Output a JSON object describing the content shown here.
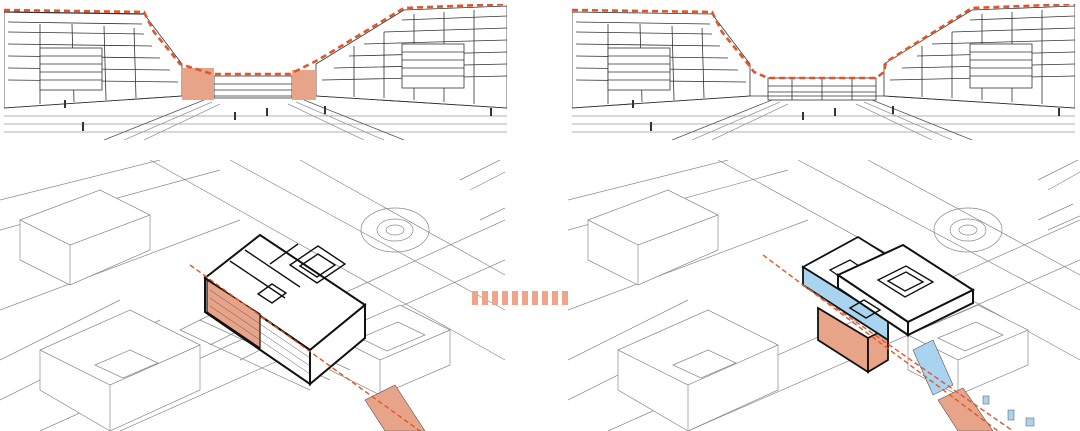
{
  "colors": {
    "highlight_orange": "#e8a489",
    "highlight_orange_dark": "#e0562a",
    "highlight_blue": "#a9d4ef",
    "line": "#111111",
    "thin_line": "#8a8a8a",
    "arrow": "#f0a58b"
  },
  "panels": [
    {
      "id": "street-view-before",
      "kind": "perspective"
    },
    {
      "id": "street-view-after",
      "kind": "perspective"
    },
    {
      "id": "axonometric-before",
      "kind": "axonometric"
    },
    {
      "id": "axonometric-after",
      "kind": "axonometric"
    }
  ],
  "arrow": {
    "direction": "right",
    "style": "dashed"
  }
}
